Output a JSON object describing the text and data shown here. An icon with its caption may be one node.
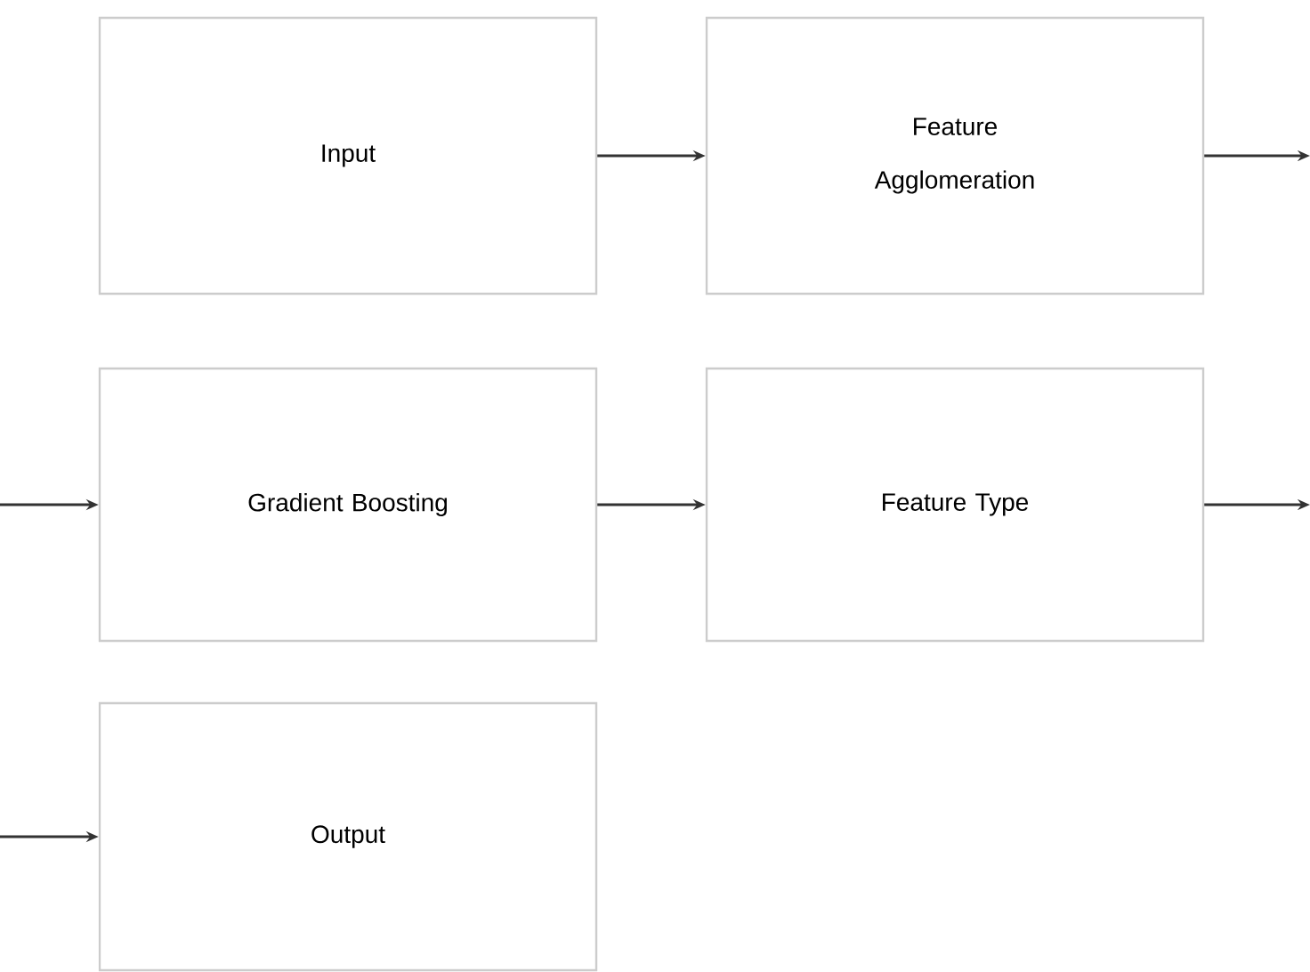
{
  "diagram": {
    "nodes": [
      {
        "text": [
          "Input"
        ]
      },
      {
        "text": [
          "Feature Agglomeration"
        ]
      },
      {
        "text": [
          "Gradient Boosting"
        ]
      },
      {
        "text": [
          "Feature Type"
        ]
      },
      {
        "text": [
          "Output"
        ]
      }
    ],
    "edges": [
      {
        "from": 0,
        "to": 1,
        "arrow": "to"
      },
      {
        "from": 1,
        "to": null,
        "arrow": "to"
      },
      {
        "from": null,
        "to": 2,
        "arrow": "to"
      },
      {
        "from": 2,
        "to": 3,
        "arrow": "to"
      },
      {
        "from": 3,
        "to": null,
        "arrow": "to"
      },
      {
        "from": null,
        "to": 4,
        "arrow": "to"
      }
    ]
  }
}
